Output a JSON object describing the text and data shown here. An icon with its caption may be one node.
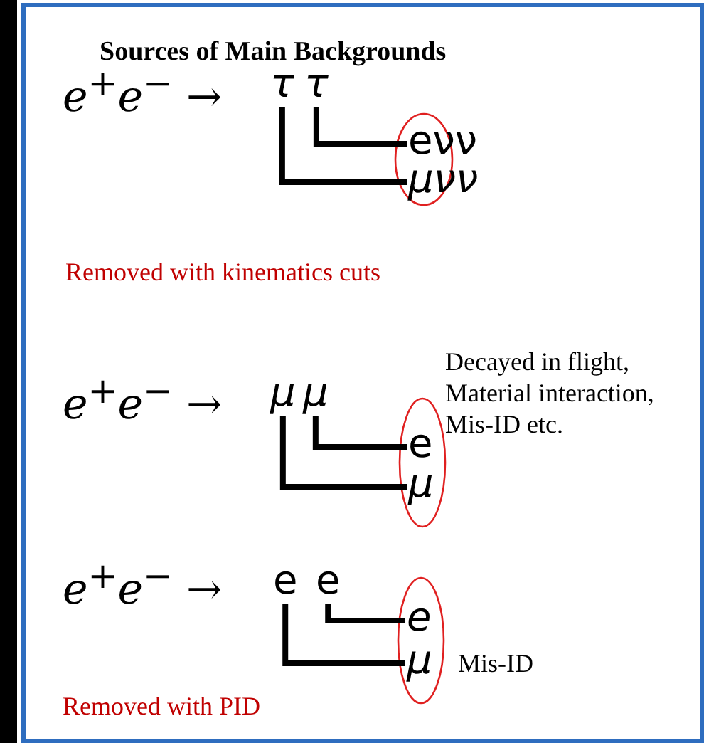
{
  "diagram": {
    "title": "Sources of Main Backgrounds",
    "nodes": [
      {
        "text": [
          "τ"
        ]
      },
      {
        "text": [
          "τ"
        ]
      },
      {
        "text": [
          "eνν"
        ]
      },
      {
        "text": [
          "μνν"
        ]
      },
      {
        "text": [
          "μ"
        ]
      },
      {
        "text": [
          "μ"
        ]
      },
      {
        "text": [
          "e"
        ]
      },
      {
        "text": [
          "μ"
        ]
      },
      {
        "text": [
          "e"
        ]
      },
      {
        "text": [
          "e"
        ]
      },
      {
        "text": [
          "e"
        ]
      },
      {
        "text": [
          "μ"
        ]
      }
    ],
    "edges": [
      {
        "from": 1,
        "to": 2,
        "arrow": "none"
      },
      {
        "from": 0,
        "to": 3,
        "arrow": "none"
      },
      {
        "from": 5,
        "to": 6,
        "arrow": "none"
      },
      {
        "from": 4,
        "to": 7,
        "arrow": "none"
      },
      {
        "from": 9,
        "to": 10,
        "arrow": "none"
      },
      {
        "from": 8,
        "to": 11,
        "arrow": "none"
      }
    ],
    "labels": [
      "e$^{+}$e$^{−}$ →",
      "Removed with kinematics cuts",
      "Decayed in flight, Material interaction, Mis-ID etc.",
      "e$^{+}$e$^{−}$ →",
      "e$^{+}$e$^{−}$ →",
      "Mis-ID",
      "Removed with PID"
    ]
  }
}
